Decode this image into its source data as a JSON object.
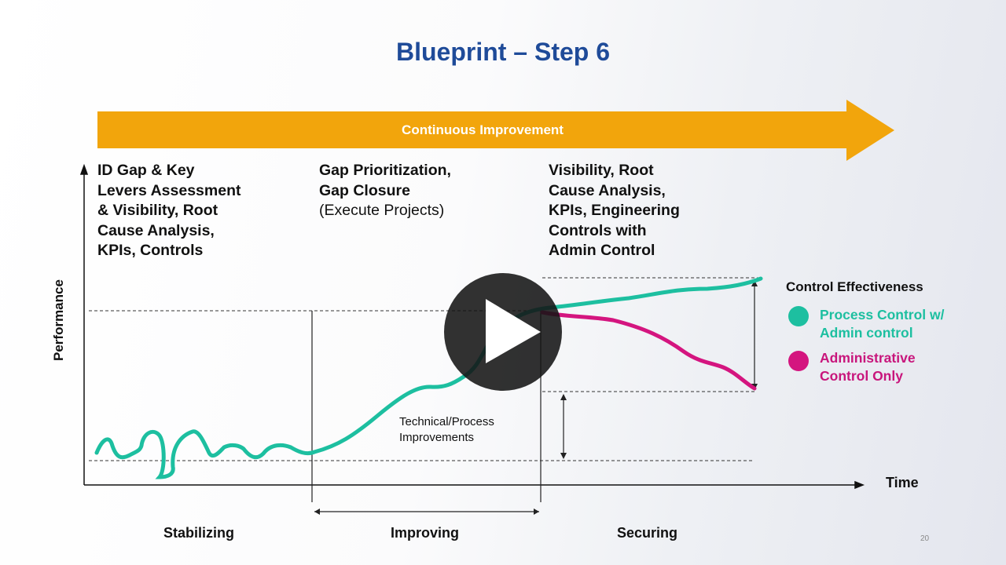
{
  "slide": {
    "title": "Blueprint – Step 6",
    "banner": "Continuous Improvement",
    "columns": [
      {
        "lines": [
          "ID Gap & Key",
          "Levers Assessment",
          "& Visibility, Root",
          "Cause Analysis,",
          "KPIs, Controls"
        ]
      },
      {
        "lines": [
          "Gap Prioritization,",
          "Gap Closure"
        ],
        "note": "(Execute Projects)"
      },
      {
        "lines": [
          "Visibility, Root",
          "Cause Analysis,",
          "KPIs, Engineering",
          "Controls with",
          "Admin Control"
        ]
      }
    ],
    "y_axis_label": "Performance",
    "x_axis_label": "Time",
    "annotation": [
      "Technical/Process",
      "Improvements"
    ],
    "phases": [
      "Stabilizing",
      "Improving",
      "Securing"
    ],
    "legend": {
      "title": "Control Effectiveness",
      "items": [
        {
          "label": [
            "Process Control w/",
            "Admin control"
          ],
          "color": "#1dbfa0"
        },
        {
          "label": [
            "Administrative",
            "Control Only"
          ],
          "color": "#d4157f"
        }
      ]
    },
    "page_number": "20",
    "colors": {
      "title": "#1f4b99",
      "banner": "#f2a50c"
    }
  },
  "player": {
    "play_icon": "play-icon"
  }
}
